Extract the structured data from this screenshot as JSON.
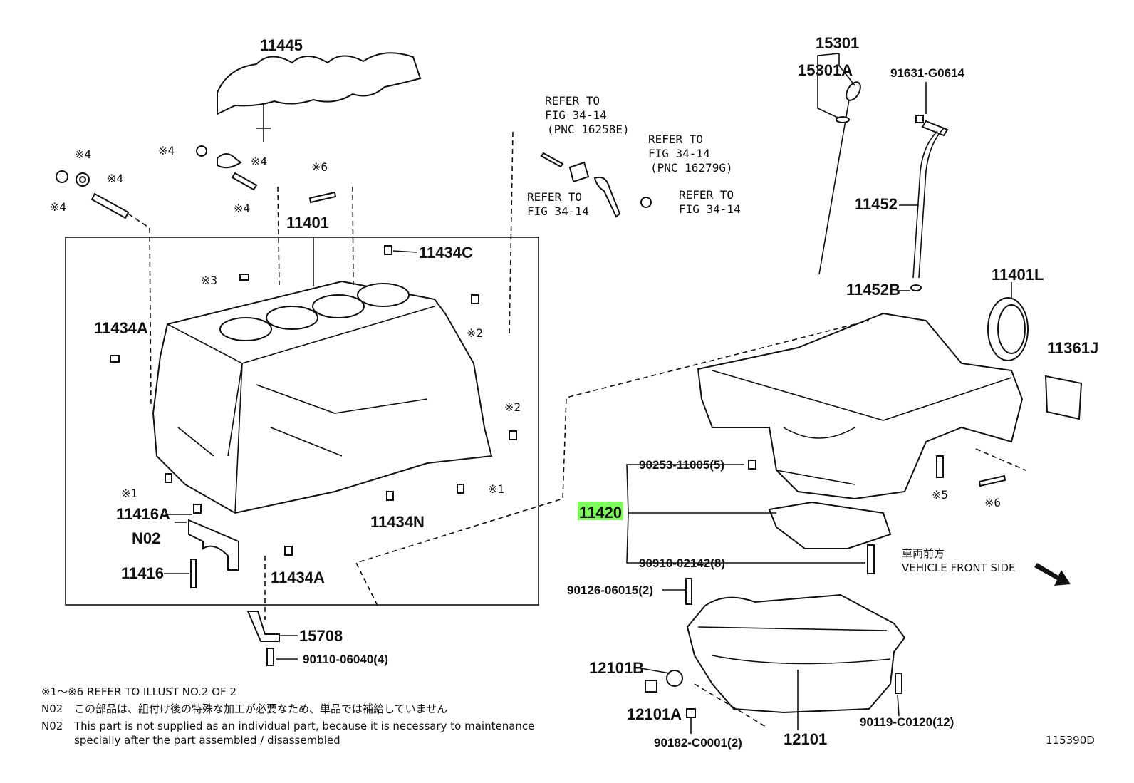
{
  "labels": {
    "p11445": "11445",
    "p11401": "11401",
    "p11434C": "11434C",
    "p11434A_top": "11434A",
    "p11434N": "11434N",
    "p11434A_bot": "11434A",
    "p11416A": "11416A",
    "pN02": "N02",
    "p11416": "11416",
    "p15708": "15708",
    "p90110": "90110-06040(4)",
    "p15301": "15301",
    "p15301A": "15301A",
    "p91631": "91631-G0614",
    "p11452": "11452",
    "p11452B": "11452B",
    "p11401L": "11401L",
    "p11361J": "11361J",
    "p90253": "90253-11005(5)",
    "p11420": "11420",
    "p90910": "90910-02142(8)",
    "p90126": "90126-06015(2)",
    "p12101B": "12101B",
    "p12101A": "12101A",
    "p90182": "90182-C0001(2)",
    "p12101": "12101",
    "p90119": "90119-C0120(12)",
    "refer1_l1": "REFER TO",
    "refer1_l2": "FIG 34-14",
    "refer1_l3": "(PNC 16258E)",
    "refer2_l1": "REFER TO",
    "refer2_l2": "FIG 34-14",
    "refer2_l3": "(PNC 16279G)",
    "refer3_l1": "REFER TO",
    "refer3_l2": "FIG 34-14",
    "refer4_l1": "REFER TO",
    "refer4_l2": "FIG 34-14",
    "m4a": "※4",
    "m4b": "※4",
    "m4c": "※4",
    "m4d": "※4",
    "m4e": "※4",
    "m4f": "※4",
    "m6a": "※6",
    "m3": "※3",
    "m2a": "※2",
    "m2b": "※2",
    "m1a": "※1",
    "m1b": "※1",
    "m5": "※5",
    "m6b": "※6",
    "front_jp": "車両前方",
    "front_en": "VEHICLE FRONT SIDE"
  },
  "notes": {
    "line1": "※1～※6 REFER TO ILLUST NO.2 OF 2",
    "line2_code": "N02",
    "line2_text": "この部品は、組付け後の特殊な加工が必要なため、単品では補給していません",
    "line3_code": "N02",
    "line3_text": "This part is not supplied as an individual part, because it is necessary to maintenance",
    "line4_text": "specially after the part assembled / disassembled"
  },
  "illust_no": "115390D",
  "highlight_color": "#7CFC5A"
}
